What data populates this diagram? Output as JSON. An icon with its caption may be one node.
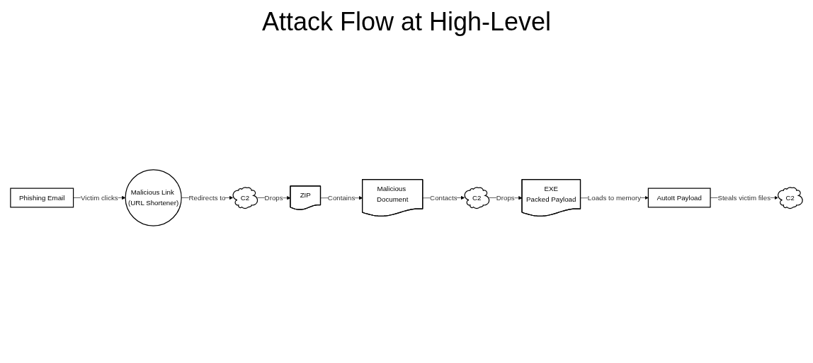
{
  "diagram": {
    "title": "Attack Flow at High-Level",
    "nodes": [
      {
        "text": [
          "Phishing Email"
        ]
      },
      {
        "text": [
          "Malicious Link (URL Shortener)"
        ]
      },
      {
        "text": [
          "C2"
        ]
      },
      {
        "text": [
          "ZIP"
        ]
      },
      {
        "text": [
          "Malicious Document"
        ]
      },
      {
        "text": [
          "C2"
        ]
      },
      {
        "text": [
          "EXE",
          "Packed Payload"
        ]
      },
      {
        "text": [
          "AutoIt Payload"
        ]
      },
      {
        "text": [
          "C2"
        ]
      }
    ],
    "edges": [
      {
        "from": 0,
        "to": 1,
        "arrow": "to",
        "label": "Victim clicks"
      },
      {
        "from": 1,
        "to": 2,
        "arrow": "to",
        "label": "Redirects to"
      },
      {
        "from": 2,
        "to": 3,
        "arrow": "to",
        "label": "Drops"
      },
      {
        "from": 3,
        "to": 4,
        "arrow": "to",
        "label": "Contains"
      },
      {
        "from": 4,
        "to": 5,
        "arrow": "to",
        "label": "Contacts"
      },
      {
        "from": 5,
        "to": 6,
        "arrow": "to",
        "label": "Drops"
      },
      {
        "from": 6,
        "to": 7,
        "arrow": "to",
        "label": "Loads to memory"
      },
      {
        "from": 7,
        "to": 8,
        "arrow": "to",
        "label": "Steals victim files"
      }
    ]
  }
}
